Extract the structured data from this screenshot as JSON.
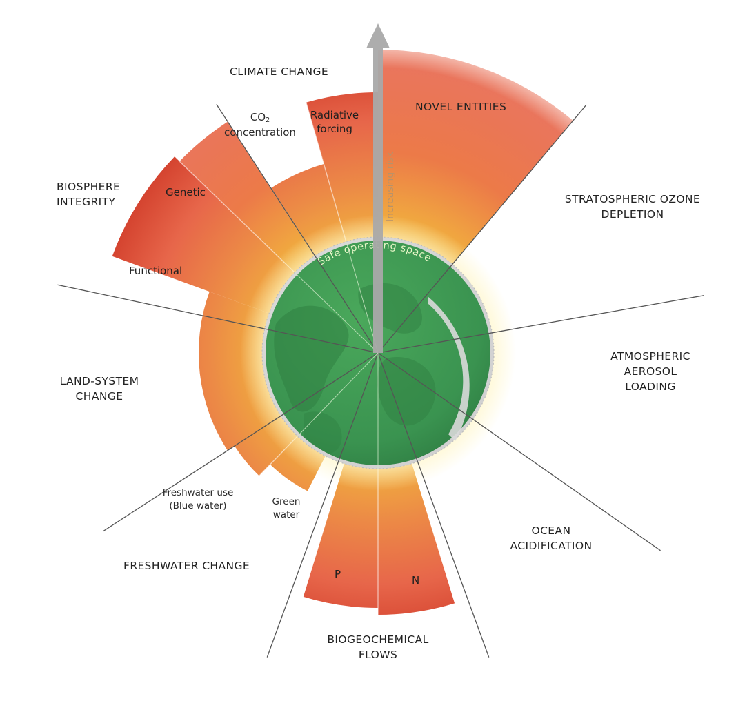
{
  "diagram": {
    "boundaries": {
      "climate_change": "CLIMATE CHANGE",
      "novel_entities": "NOVEL ENTITIES",
      "stratospheric_ozone": [
        "STRATOSPHERIC OZONE",
        "DEPLETION"
      ],
      "aerosol": [
        "ATMOSPHERIC",
        "AEROSOL",
        "LOADING"
      ],
      "ocean": [
        "OCEAN",
        "ACIDIFICATION"
      ],
      "biogeochemical": [
        "BIOGEOCHEMICAL",
        "FLOWS"
      ],
      "freshwater": "FRESHWATER CHANGE",
      "land_system": [
        "LAND-SYSTEM",
        "CHANGE"
      ],
      "biosphere": [
        "BIOSPHERE",
        "INTEGRITY"
      ]
    },
    "sub_labels": {
      "co2_main": "CO",
      "co2_sub": "2",
      "co2_line2": "concentration",
      "radiative": [
        "Radiative",
        "forcing"
      ],
      "genetic": "Genetic",
      "functional": "Functional",
      "freshwater_use": [
        "Freshwater use",
        "(Blue water)"
      ],
      "green_water": [
        "Green",
        "water"
      ],
      "p": "P",
      "n": "N"
    },
    "center_label": "Safe operating space",
    "axis_label": "Increasing risk",
    "colors": {
      "safe_green": "#3f9a52",
      "deep_red": "#d23f2c",
      "orange": "#ec7a48",
      "yellow": "#f1b13e",
      "axis_grey": "#a9a9a9",
      "ring_grey": "#cfcfcf"
    }
  }
}
